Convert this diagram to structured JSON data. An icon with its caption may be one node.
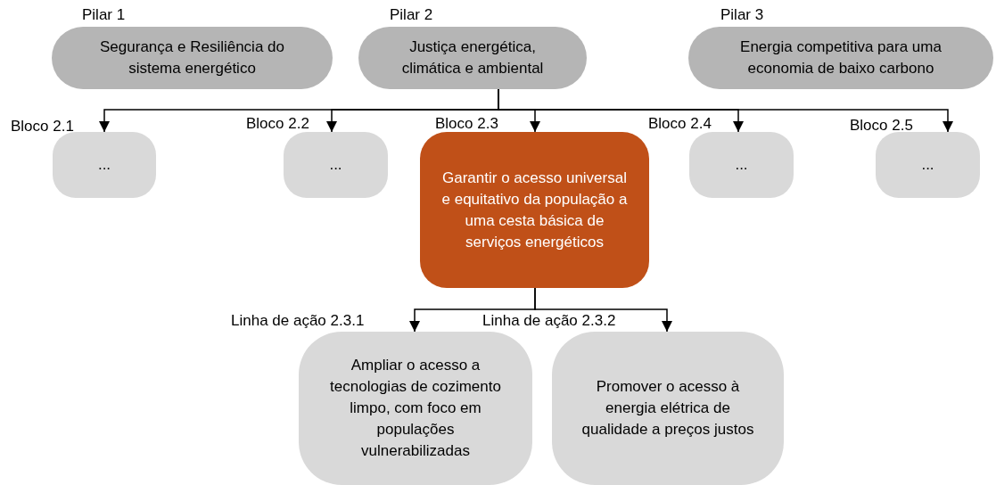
{
  "diagram": {
    "nodes": [
      {
        "text": [
          "Pilar 1",
          "Segurança e Resiliência do sistema energético"
        ]
      },
      {
        "text": [
          "Pilar 2",
          "Justiça energética, climática e ambiental"
        ]
      },
      {
        "text": [
          "Pilar 3",
          "Energia competitiva para uma economia de baixo carbono"
        ]
      },
      {
        "text": [
          "Bloco 2.1",
          "..."
        ]
      },
      {
        "text": [
          "Bloco 2.2",
          "..."
        ]
      },
      {
        "text": [
          "Bloco 2.3",
          "Garantir o acesso universal e equitativo da população a uma cesta básica de serviços energéticos"
        ]
      },
      {
        "text": [
          "Bloco 2.4",
          "..."
        ]
      },
      {
        "text": [
          "Bloco 2.5",
          "..."
        ]
      },
      {
        "text": [
          "Linha de ação 2.3.1",
          "Ampliar o acesso a tecnologias de cozimento limpo, com foco em populações vulnerabilizadas"
        ]
      },
      {
        "text": [
          "Linha de ação 2.3.2",
          "Promover o acesso à energia elétrica de qualidade a preços justos"
        ]
      }
    ],
    "edges": [
      {
        "from": 1,
        "to": 3,
        "arrow": "to"
      },
      {
        "from": 1,
        "to": 4,
        "arrow": "to"
      },
      {
        "from": 1,
        "to": 5,
        "arrow": "to"
      },
      {
        "from": 1,
        "to": 6,
        "arrow": "to"
      },
      {
        "from": 1,
        "to": 7,
        "arrow": "to"
      },
      {
        "from": 5,
        "to": 8,
        "arrow": "to"
      },
      {
        "from": 5,
        "to": 9,
        "arrow": "to"
      }
    ]
  }
}
